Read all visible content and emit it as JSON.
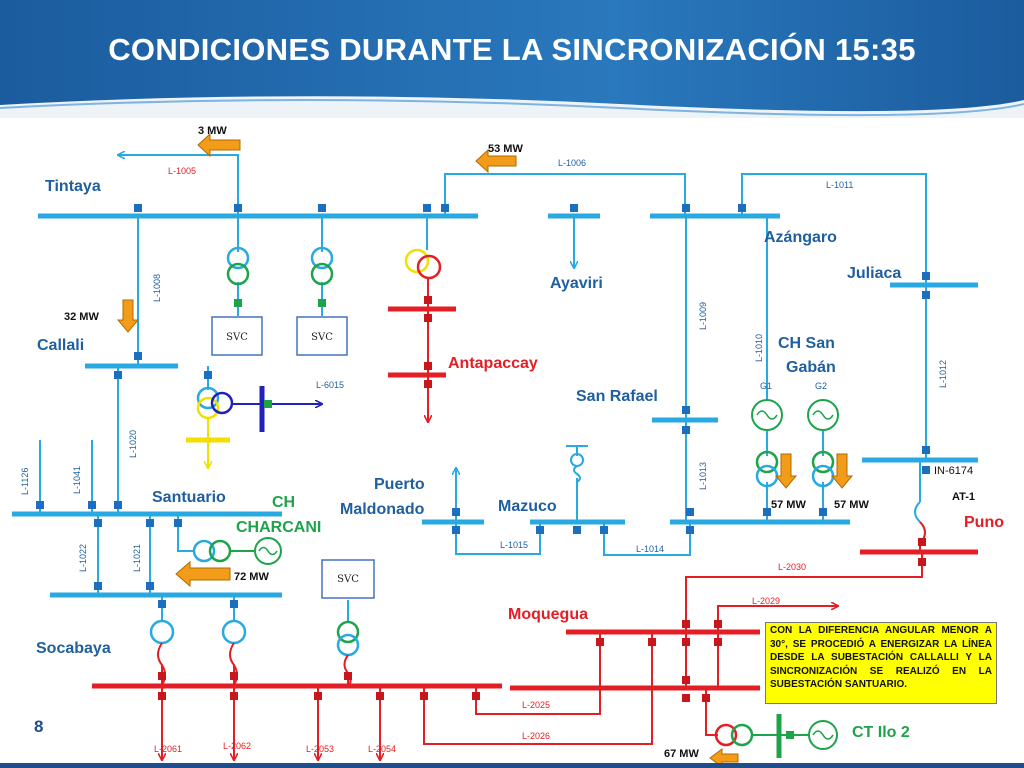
{
  "title": "CONDICIONES DURANTE LA SINCRONIZACIÓN 15:35",
  "page_number": "8",
  "note": "CON LA DIFERENCIA ANGULAR MENOR A 30°, SE PROCEDIÓ A ENERGIZAR LA LÍNEA DESDE LA SUBESTACIÓN CALLALLI Y LA SINCRONIZACIÓN SE REALIZÓ EN LA SUBESTACIÓN SANTUARIO.",
  "colors": {
    "line_138kv": "#29a9e1",
    "line_220kv": "#e31e24",
    "svc_box": "#4472c4",
    "green": "#1fa34a",
    "yellow": "#f2df00",
    "arrow": "#f39c1a",
    "header": "#1f5f9f",
    "label": "#1f5f9f"
  },
  "stations": {
    "tintaya": "Tintaya",
    "callali": "Callali",
    "azangaro": "Azángaro",
    "juliaca": "Juliaca",
    "ayaviri": "Ayaviri",
    "antapaccay": "Antapaccay",
    "ch_san_gaban": "CH San Gabán",
    "san_rafael": "San Rafael",
    "puerto_maldonado": "Puerto Maldonado",
    "mazuco": "Mazuco",
    "santuario": "Santuario",
    "ch_charcani": "CH CHARCANI",
    "puno": "Puno",
    "socabaya": "Socabaya",
    "moquegua": "Moquegua",
    "ct_ilo2": "CT Ilo 2"
  },
  "lines": {
    "l1005": "L-1005",
    "l1006": "L-1006",
    "l1011": "L-1011",
    "l1008": "L-1008",
    "l1009": "L-1009",
    "l1010": "L-1010",
    "l1012": "L-1012",
    "l6015": "L-6015",
    "l1020": "L-1020",
    "l1126": "L-1126",
    "l1041": "L-1041",
    "l1013": "L-1013",
    "l1022": "L-1022",
    "l1021": "L-1021",
    "l1015": "L-1015",
    "l1014": "L-1014",
    "l2030": "L-2030",
    "l2029": "L-2029",
    "l2025": "L-2025",
    "l2026": "L-2026",
    "l2061": "L-2061",
    "l2062": "L-2062",
    "l2053": "L-2053",
    "l2054": "L-2054",
    "in6174": "IN-6174",
    "at1": "AT-1",
    "g1": "G1",
    "g2": "G2"
  },
  "flows": {
    "tintaya": "3 MW",
    "azangaro": "53 MW",
    "callali": "32 MW",
    "charcani": "72 MW",
    "g1": "57 MW",
    "g2": "57 MW",
    "ilo2": "67 MW"
  },
  "svc": [
    "SVC",
    "SVC",
    "SVC"
  ]
}
